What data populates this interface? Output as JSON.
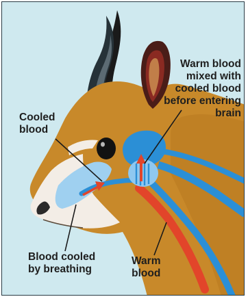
{
  "labels": {
    "warm_mixed": [
      "Warm blood",
      "mixed with",
      "cooled blood",
      "before entering",
      "brain"
    ],
    "cooled": [
      "Cooled",
      "blood"
    ],
    "breathing": [
      "Blood cooled",
      "by breathing"
    ],
    "warm": [
      "Warm",
      "blood"
    ]
  },
  "colors": {
    "background": "#cfe9ef",
    "fur": "#c8892a",
    "muzzle": "#f3ede6",
    "cooled_blood": "#2b8fd6",
    "cooled_blood_light": "#9fd0f0",
    "warm_blood": "#e2452a",
    "horn": "#1a1a1a",
    "ear_inner": "#8a2a22"
  }
}
